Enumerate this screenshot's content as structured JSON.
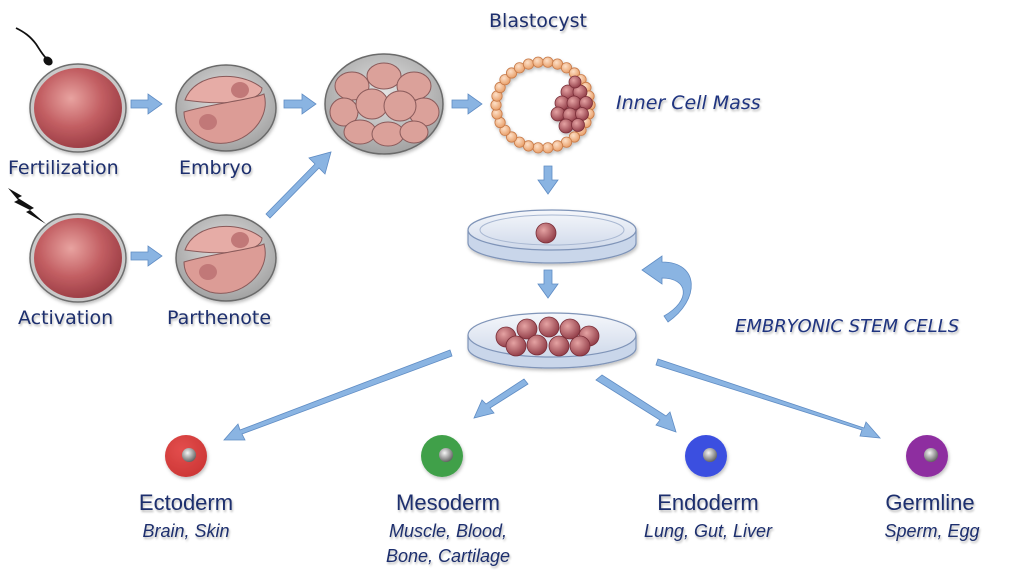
{
  "stages": {
    "fertilization": "Fertilization",
    "embryo": "Embryo",
    "activation": "Activation",
    "parthenote": "Parthenote",
    "blastocyst": "Blastocyst",
    "inner_cell_mass": "Inner Cell Mass",
    "esc": "EMBRYONIC STEM CELLS"
  },
  "germ_layers": [
    {
      "name": "Ectoderm",
      "tissues": "Brain, Skin",
      "color": "#e0302f"
    },
    {
      "name": "Mesoderm",
      "tissues_line1": "Muscle, Blood,",
      "tissues_line2": "Bone, Cartilage",
      "color": "#3fa04a"
    },
    {
      "name": "Endoderm",
      "tissues": "Lung, Gut, Liver",
      "color": "#3b4fe0"
    },
    {
      "name": "Germline",
      "tissues": "Sperm, Egg",
      "color": "#8e2fa0"
    }
  ],
  "icons": {
    "sperm": "sperm-icon",
    "lightning": "lightning-bolt-icon"
  },
  "colors": {
    "arrow": "#8ab4e2",
    "label_text": "#1d2f6e",
    "cell_fill": "#c0666a",
    "cell_membrane": "#d0d0d0",
    "trophoblast": "#f2b07a"
  }
}
